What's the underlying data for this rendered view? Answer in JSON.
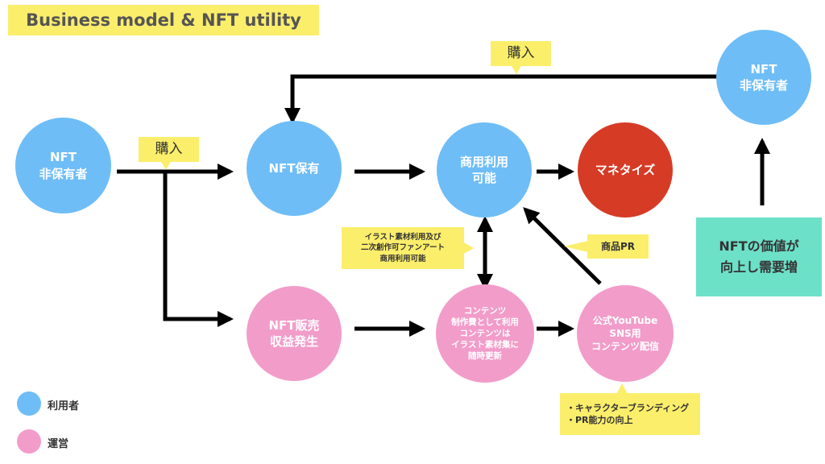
{
  "title": "Business model & NFT utility",
  "nodes": {
    "non_holder_left": "NFT\n非保有者",
    "nft_holder": "NFT保有",
    "commercial_use": "商用利用\n可能",
    "monetize": "マネタイズ",
    "non_holder_right": "NFT\n非保有者",
    "nft_sales": "NFT販売\n収益発生",
    "content": "コンテンツ\n制作費として利用\nコンテンツは\nイラスト素材集に\n随時更新",
    "official_youtube": "公式YouTube\nSNS用\nコンテンツ配信"
  },
  "labels": {
    "purchase_top": "購入",
    "purchase_left": "購入",
    "illustration_note": "イラスト素材利用及び\n二次創作可ファンアート\n商用利用可能",
    "product_pr": "商品PR",
    "branding_note": "・キャラクターブランディング\n・PR能力の向上",
    "value_up": "NFTの価値が\n向上し需要増"
  },
  "legend": [
    {
      "label": "利用者",
      "color": "#6ebdf7"
    },
    {
      "label": "運営",
      "color": "#f29cca"
    }
  ],
  "colors": {
    "user": "#6ebdf7",
    "operator": "#f29cca",
    "monetize": "#d63b26",
    "note": "#fbee6b",
    "value": "#6de0c8"
  }
}
